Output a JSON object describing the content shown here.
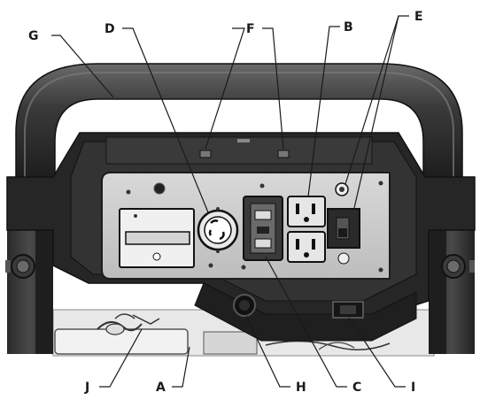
{
  "callouts": {
    "G": "G",
    "D": "D",
    "F": "F",
    "B": "B",
    "E": "E",
    "J": "J",
    "A": "A",
    "H": "H",
    "C": "C",
    "I": "I"
  },
  "colors": {
    "frame": "#2b2b2b",
    "frame_highlight": "#5a5a5a",
    "panel_plate": "#cfcfcf",
    "panel_border": "#1c1c1c",
    "leader": "#1a1a1a"
  }
}
